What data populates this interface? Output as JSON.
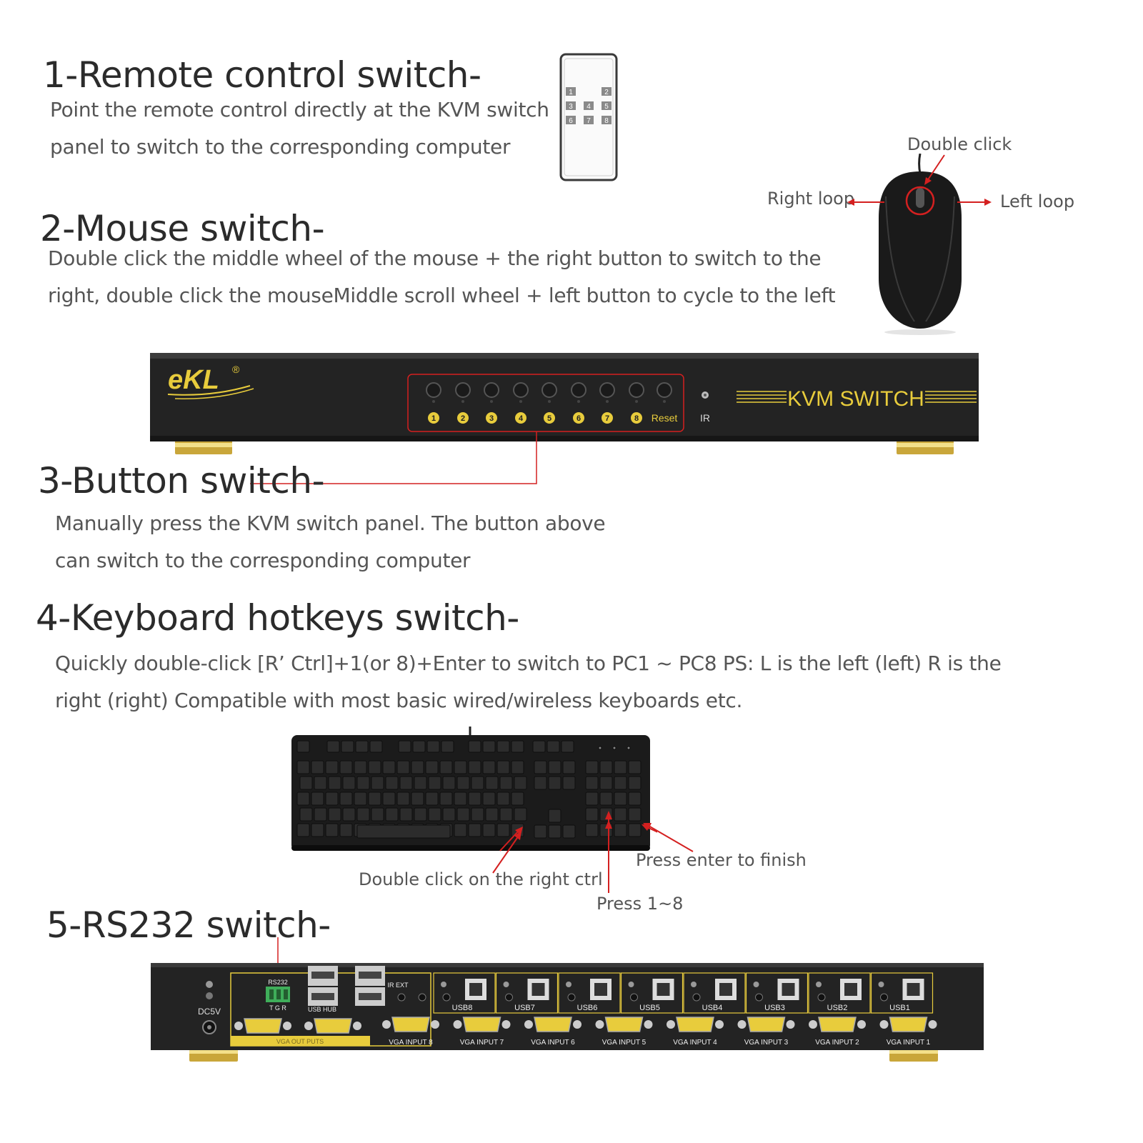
{
  "sections": {
    "remote": {
      "title": "1-Remote control switch-",
      "desc_line1": "Point the remote control directly at the KVM switch",
      "desc_line2": "panel to switch to the corresponding computer",
      "keys": [
        "1",
        "2",
        "3",
        "4",
        "5",
        "6",
        "7",
        "8"
      ]
    },
    "mouse": {
      "title": "2-Mouse switch-",
      "desc_line1": "Double click the middle wheel of the mouse + the right button to switch to the",
      "desc_line2": "right, double click the mouseMiddle scroll wheel + left button to cycle to the left",
      "label_double_click": "Double click",
      "label_right_loop": "Right loop",
      "label_left_loop": "Left loop"
    },
    "front_panel": {
      "brand": "eKL",
      "registered": "®",
      "button_numbers": [
        "1",
        "2",
        "3",
        "4",
        "5",
        "6",
        "7",
        "8"
      ],
      "reset_label": "Reset",
      "ir_label": "IR",
      "product_label": "KVM SWITCH"
    },
    "button": {
      "title": "3-Button switch-",
      "desc_line1": "Manually press the KVM switch panel. The button above",
      "desc_line2": "can switch to the corresponding computer"
    },
    "keyboard": {
      "title": "4-Keyboard hotkeys switch-",
      "desc_line1": "Quickly double-click [R’   Ctrl]+1(or 8)+Enter to switch to PC1 ~ PC8  PS: L is the left (left) R is the",
      "desc_line2": "right (right) Compatible with most basic wired/wireless keyboards etc.",
      "label_ctrl": "Double click on the right ctrl",
      "label_enter": "Press enter to finish",
      "label_numbers": "Press 1~8"
    },
    "rs232": {
      "title": "5-RS232 switch-"
    },
    "rear_panel": {
      "dc_label": "DC5V",
      "rs232_label": "RS232",
      "tgr_label": "T G R",
      "usb_hub_label": "USB HUB",
      "ir_ext_label": "IR EXT",
      "vga_out_label": "VGA OUT PUTS",
      "usb_ports": [
        "USB8",
        "USB7",
        "USB6",
        "USB5",
        "USB4",
        "USB3",
        "USB2",
        "USB1"
      ],
      "vga_inputs": [
        "VGA INPUT 8",
        "VGA INPUT 7",
        "VGA INPUT 6",
        "VGA INPUT 5",
        "VGA INPUT 4",
        "VGA INPUT 3",
        "VGA INPUT 2",
        "VGA INPUT 1"
      ]
    }
  },
  "colors": {
    "accent_red": "#d42020",
    "gold": "#e8cc3c",
    "panel_dark": "#232323"
  }
}
